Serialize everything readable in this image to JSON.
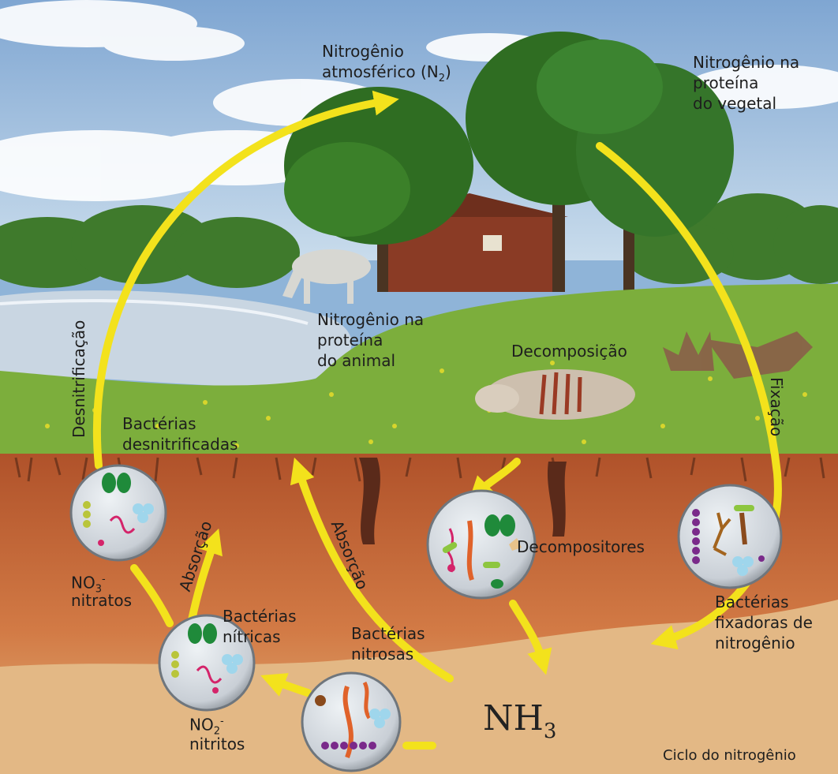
{
  "labels": {
    "atmosferico_line1": "Nitrogênio",
    "atmosferico_line2": "atmosférico (N",
    "atmosferico_sub": "2",
    "atmosferico_close": ")",
    "vegetal": "Nitrogênio na\nproteína\ndo vegetal",
    "animal": "Nitrogênio na\nproteína\ndo animal",
    "decomposicao": "Decomposição",
    "desnitrificacao": "Desnitrificação",
    "fixacao": "Fixação",
    "bact_desnitrificadas": "Bactérias\ndesnitrificadas",
    "absorcao_1": "Absorção",
    "absorcao_2": "Absorção",
    "decompositores": "Decompositores",
    "nitratos_formula": "NO",
    "nitratos_sub": "3",
    "nitratos_sup": "-",
    "nitratos": "nitratos",
    "bact_nitricas": "Bactérias\nnítricas",
    "bact_nitrosas": "Bactérias\nnitrosas",
    "nitritos_formula": "NO",
    "nitritos_sub": "2",
    "nitritos_sup": "-",
    "nitritos": "nitritos",
    "bact_fixadoras": "Bactérias\nfixadoras de\nnitrogênio",
    "nh3_main": "NH",
    "nh3_sub": "3",
    "ciclo": "Ciclo do nitrogênio"
  },
  "colors": {
    "arrow": "#f3e21c",
    "sky": "#8fb4d8",
    "grass": "#7cae3c",
    "soil_top": "#b8582e",
    "soil_bottom": "#e0b27a"
  }
}
